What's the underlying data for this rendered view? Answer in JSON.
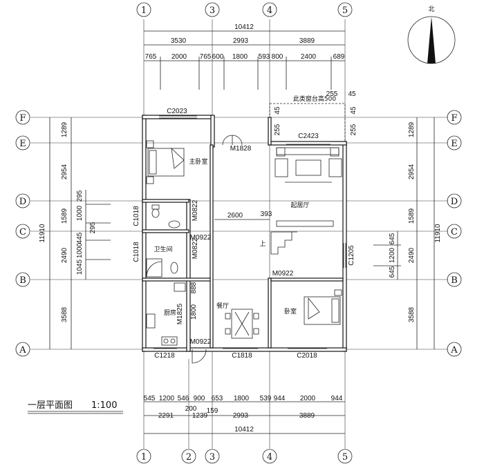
{
  "north": {
    "label": "北"
  },
  "title": {
    "text": "一层平面图",
    "scale": "1:100"
  },
  "axes": {
    "top": [
      "1",
      "3",
      "4",
      "5"
    ],
    "bottom": [
      "1",
      "2",
      "3",
      "4",
      "5"
    ],
    "left": [
      "F",
      "E",
      "D",
      "C",
      "B",
      "A"
    ],
    "right": [
      "F",
      "E",
      "D",
      "C",
      "B",
      "A"
    ]
  },
  "dims": {
    "top_total": "10412",
    "top_row2": [
      "3530",
      "2993",
      "3889"
    ],
    "top_row3": [
      "765",
      "2000",
      "765",
      "600",
      "1800",
      "593",
      "800",
      "2400",
      "689"
    ],
    "bottom_row1": [
      "545",
      "1200",
      "546",
      "900",
      "653",
      "1800",
      "539",
      "944",
      "2000",
      "944"
    ],
    "bottom_row2_small": [
      "200",
      "159"
    ],
    "bottom_row2": [
      "2291",
      "1239",
      "2993",
      "3889"
    ],
    "bottom_total": "10412",
    "left_total": "11910",
    "right_total": "11910",
    "left_main": [
      "1289",
      "2954",
      "1589",
      "2490",
      "3588"
    ],
    "left_inner": [
      "295",
      "1000",
      "295",
      "445",
      "1000",
      "1045"
    ],
    "right_main": [
      "1289",
      "2954",
      "1589",
      "2490",
      "3588"
    ],
    "right_inner": [
      "645",
      "1200",
      "645"
    ],
    "bay_note": "此类窗台高500",
    "bay_dims": [
      "255",
      "45",
      "255",
      "45",
      "255",
      "45"
    ],
    "inner": [
      "2600",
      "393",
      "888",
      "1800"
    ]
  },
  "rooms": {
    "master_bedroom": "主卧室",
    "living_room": "起居厅",
    "bathroom": "卫生间",
    "kitchen": "厨房",
    "dining": "餐厅",
    "bedroom": "卧室",
    "up": "上"
  },
  "openings": {
    "c2023": "C2023",
    "m1828": "M1828",
    "c2423": "C2423",
    "c1018a": "C1018",
    "c1018b": "C1018",
    "m0822a": "M0822",
    "m0822b": "M0822",
    "m0922a": "M0922",
    "m0922b": "M0922",
    "m0922c": "M0922",
    "c1205": "C1205",
    "m1825": "M1825",
    "c1218": "C1218",
    "c1818": "C1818",
    "c2018": "C2018"
  }
}
